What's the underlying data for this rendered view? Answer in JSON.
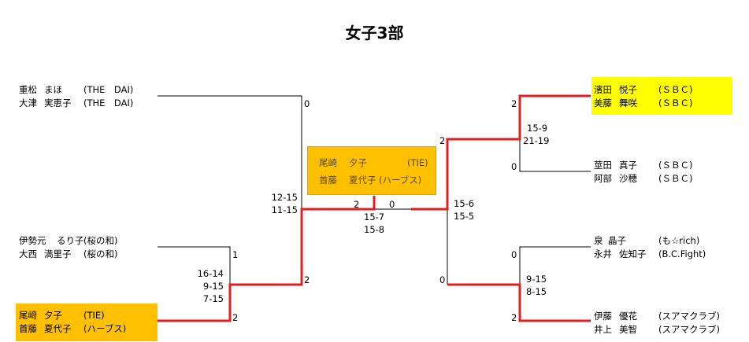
{
  "title": "女子3部",
  "colors": {
    "winner_line": "#E02020",
    "line": "#000000",
    "champion_bg": "#FFC000",
    "seed_bg": "#FFFF00"
  },
  "left": {
    "teams": [
      {
        "players": [
          {
            "family": "重松",
            "given": "まほ",
            "club": "(THE　DAI)"
          },
          {
            "family": "大津",
            "given": "実恵子",
            "club": "(THE　DAI)"
          }
        ],
        "highlight": "none"
      },
      {
        "players": [
          {
            "family": "伊勢元",
            "given": "るり子",
            "club": "(桜の和)"
          },
          {
            "family": "大西",
            "given": "満里子",
            "club": "(桜の和)"
          }
        ],
        "highlight": "none"
      },
      {
        "players": [
          {
            "family": "尾﨑",
            "given": "夕子",
            "club": "(TIE)"
          },
          {
            "family": "首藤",
            "given": "夏代子",
            "club": "(ハーブス)"
          }
        ],
        "highlight": "orange"
      }
    ],
    "r1": {
      "score_top": "1",
      "score_bottom": "2",
      "games": [
        "16-14",
        "9-15",
        "7-15"
      ]
    },
    "sf": {
      "score_top": "0",
      "score_bottom": "2",
      "games": [
        "12-15",
        "11-15"
      ]
    }
  },
  "right": {
    "teams": [
      {
        "players": [
          {
            "family": "濱田",
            "given": "悦子",
            "club": "(ＳＢＣ)"
          },
          {
            "family": "美藤",
            "given": "舞咲",
            "club": "(ＳＢＣ)"
          }
        ],
        "highlight": "yellow"
      },
      {
        "players": [
          {
            "family": "莖田",
            "given": "真子",
            "club": "(ＳＢＣ)"
          },
          {
            "family": "阿部",
            "given": "沙穂",
            "club": "(ＳＢＣ)"
          }
        ],
        "highlight": "none"
      },
      {
        "players": [
          {
            "family": "泉",
            "given": "晶子",
            "club": "(も☆rich)"
          },
          {
            "family": "永井",
            "given": "佐知子",
            "club": "(B.C.Fight)"
          }
        ],
        "highlight": "none"
      },
      {
        "players": [
          {
            "family": "伊藤",
            "given": "優花",
            "club": "(スアマクラブ)"
          },
          {
            "family": "井上",
            "given": "美智",
            "club": "(スアマクラブ)"
          }
        ],
        "highlight": "none"
      }
    ],
    "m1": {
      "score_top": "2",
      "score_bottom": "0",
      "games": [
        "15-9",
        "21-19"
      ]
    },
    "m2": {
      "score_top": "0",
      "score_bottom": "2",
      "games": [
        "9-15",
        "8-15"
      ]
    },
    "sf": {
      "score_top": "2",
      "score_bottom": "0",
      "games": [
        "15-6",
        "15-5"
      ]
    }
  },
  "final": {
    "score_left": "2",
    "score_right": "0",
    "games": [
      "15-7",
      "15-8"
    ]
  },
  "champion": {
    "players": [
      {
        "family": "尾崎",
        "given": "夕子",
        "club": "(TIE)"
      },
      {
        "family": "首藤",
        "given": "夏代子",
        "club": "(ハーブス)"
      }
    ]
  }
}
